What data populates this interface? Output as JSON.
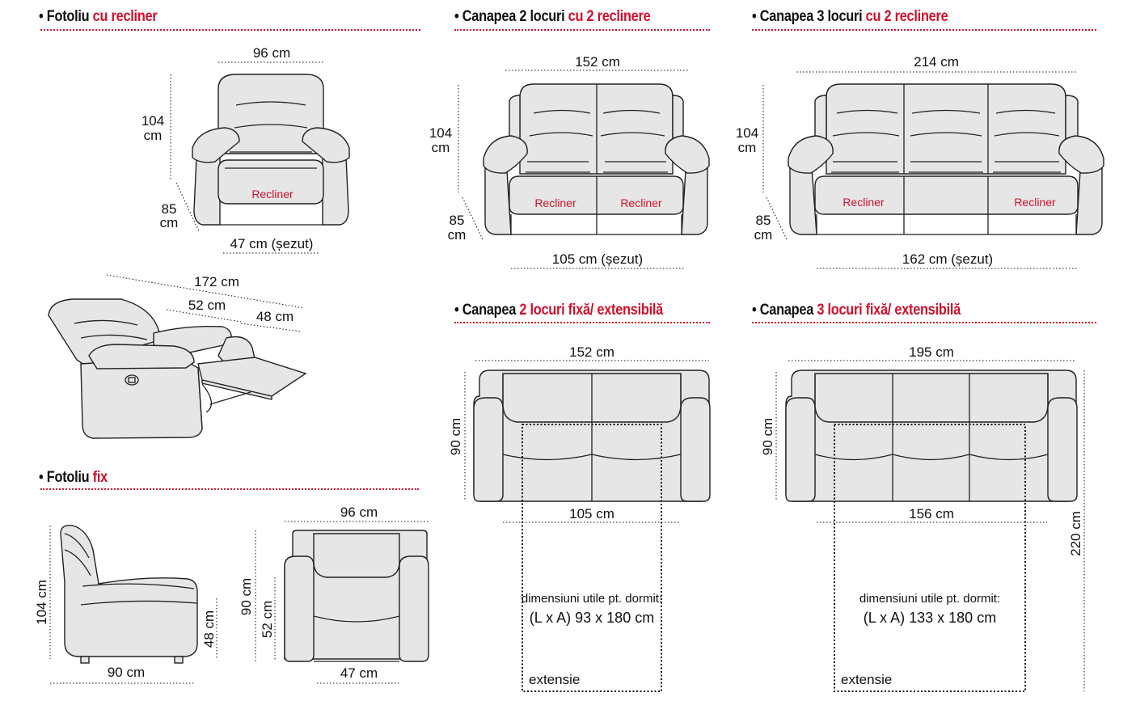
{
  "sections": {
    "fotoliu_recliner": {
      "bullet": "• Fotoliu ",
      "highlight": "cu recliner"
    },
    "canapea2_recliner": {
      "bullet": "• Canapea 2 locuri ",
      "highlight": "cu 2 reclinere"
    },
    "canapea3_recliner": {
      "bullet": "• Canapea 3 locuri ",
      "highlight": "cu 2 reclinere"
    },
    "canapea2_fixa": {
      "bullet": "• Canapea ",
      "highlight": "2 locuri fixă/ extensibilă"
    },
    "canapea3_fixa": {
      "bullet": "• Canapea ",
      "highlight": "3 locuri fixă/ extensibilă"
    },
    "fotoliu_fix": {
      "bullet": "• Fotoliu ",
      "highlight": "fix"
    }
  },
  "fotoliu_recliner": {
    "width": "96 cm",
    "height_num": "104",
    "height_unit": "cm",
    "depth_num": "85",
    "depth_unit": "cm",
    "seat": "47 cm (șezut)",
    "badge": "Recliner"
  },
  "recliner_side": {
    "length": "172 cm",
    "footrest": "52 cm",
    "seat_depth": "48 cm"
  },
  "canapea2_recliner": {
    "width": "152 cm",
    "height_num": "104",
    "height_unit": "cm",
    "depth_num": "85",
    "depth_unit": "cm",
    "seat": "105 cm (șezut)",
    "badge_left": "Recliner",
    "badge_right": "Recliner"
  },
  "canapea3_recliner": {
    "width": "214 cm",
    "height_num": "104",
    "height_unit": "cm",
    "depth_num": "85",
    "depth_unit": "cm",
    "seat": "162 cm (șezut)",
    "badge_left": "Recliner",
    "badge_right": "Recliner"
  },
  "canapea2_fixa": {
    "width": "152 cm",
    "depth": "90 cm",
    "seat": "105 cm",
    "sleep_label": "dimensiuni utile pt. dormit:",
    "sleep_size": "(L x A) 93 x 180 cm",
    "extension": "extensie"
  },
  "canapea3_fixa": {
    "width": "195 cm",
    "depth": "90 cm",
    "seat": "156 cm",
    "sleep_label": "dimensiuni utile pt. dormit:",
    "sleep_size": "(L x A) 133 x 180 cm",
    "extension": "extensie",
    "extended_length": "220 cm"
  },
  "fotoliu_fix": {
    "side_height": "104 cm",
    "side_depth": "90 cm",
    "seat_height": "48 cm",
    "top_width": "96 cm",
    "top_depth": "90 cm",
    "top_inner": "52 cm",
    "top_seat": "47 cm"
  },
  "colors": {
    "accent": "#d0102c",
    "fill": "#e6e6e6",
    "stroke": "#222222"
  }
}
